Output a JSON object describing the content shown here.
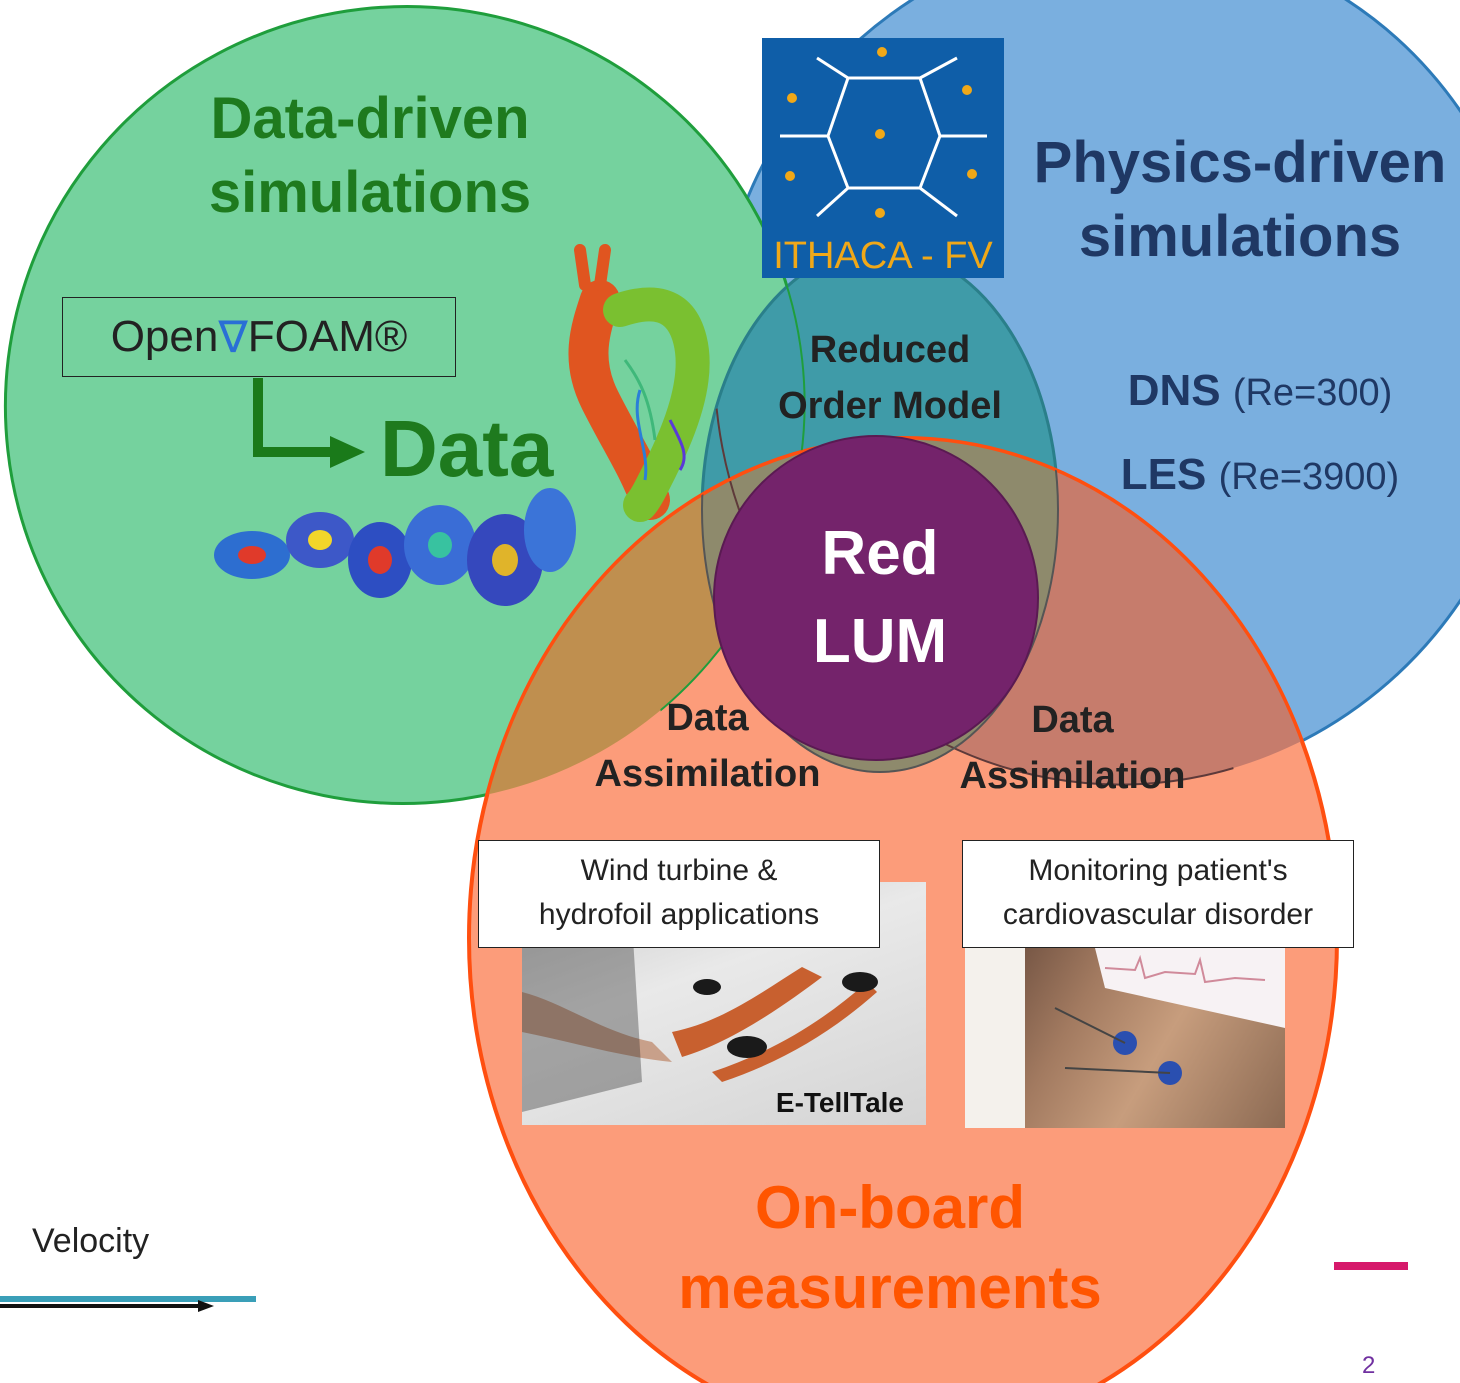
{
  "diagram": {
    "data_driven": {
      "line1": "Data-driven",
      "line2": "simulations"
    },
    "physics_driven": {
      "line1": "Physics-driven",
      "line2": "simulations"
    },
    "reduced_order": {
      "line1": "Reduced",
      "line2": "Order Model"
    },
    "dns": {
      "label": "DNS",
      "detail": "(Re=300)"
    },
    "les": {
      "label": "LES",
      "detail": "(Re=3900)"
    },
    "core": {
      "line1": "Red",
      "line2": "LUM"
    },
    "assimilation_left": {
      "line1": "Data",
      "line2": "Assimilation"
    },
    "assimilation_right": {
      "line1": "Data",
      "line2": "Assimilation"
    },
    "onboard": {
      "line1": "On-board",
      "line2": "measurements"
    },
    "openfoam": {
      "part1": "Open",
      "nabla": "∇",
      "part2": "FOAM®"
    },
    "data_arrow_label": "Data",
    "ithaca_logo": "ITHACA - FV",
    "wind_box": {
      "line1": "Wind turbine &",
      "line2": "hydrofoil applications"
    },
    "monitor_box": {
      "line1": "Monitoring patient's",
      "line2": "cardiovascular disorder"
    },
    "photo_caption": "E-TellTale",
    "velocity_label": "Velocity",
    "page_number": "2"
  },
  "colors": {
    "green_fill": "#75d29e",
    "green_stroke": "#1f9e3c",
    "blue_fill": "#7aafdf",
    "blue_stroke": "#2d7ab8",
    "teal_fill": "#3f9ba8",
    "orange_fill": "#fc9c7a",
    "orange_stroke": "#ff4f10",
    "purple_fill": "#74236b",
    "olive_overlap": "#bf8f4f",
    "brown_overlap": "#c67c6c",
    "accent_pink": "#d6196b"
  }
}
